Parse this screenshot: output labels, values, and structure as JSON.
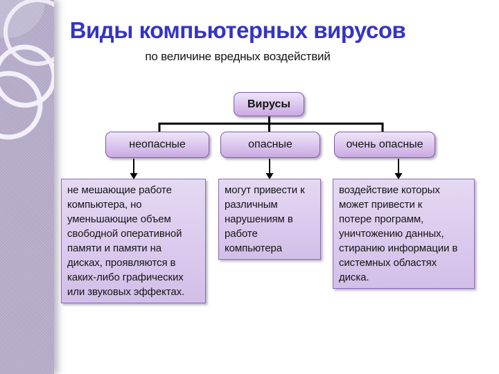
{
  "slide": {
    "title": "Виды компьютерных вирусов",
    "subtitle": "по величине вредных воздействий"
  },
  "diagram": {
    "root_label": "Вирусы",
    "branches": [
      {
        "label": "неопасные",
        "description": "не мешающие работе\nкомпьютера, но\nуменьшающие объем\nсвободной оперативной\nпамяти и памяти на\nдисках, проявляются в\nкаких-либо графических\nили звуковых эффектах."
      },
      {
        "label": "опасные",
        "description": "могут привести к\nразличным\nнарушениям в\nработе\nкомпьютера"
      },
      {
        "label": "очень опасные",
        "description": "воздействие которых\nможет привести к\nпотере программ,\nуничтожению данных,\nстиранию информации в\nсистемных областях\nдиска."
      }
    ]
  },
  "theme": {
    "title_color": "#3434c4",
    "node_fill_top": "#efe6f9",
    "node_fill_bottom": "#c9a9e2",
    "node_border": "#7e5aa8",
    "panel_fill": "#dcccee",
    "panel_border": "#8a6ab2",
    "sidebar_color": "#b1a6c5",
    "connector_color": "#000000",
    "text_color": "#1a1a1a"
  }
}
